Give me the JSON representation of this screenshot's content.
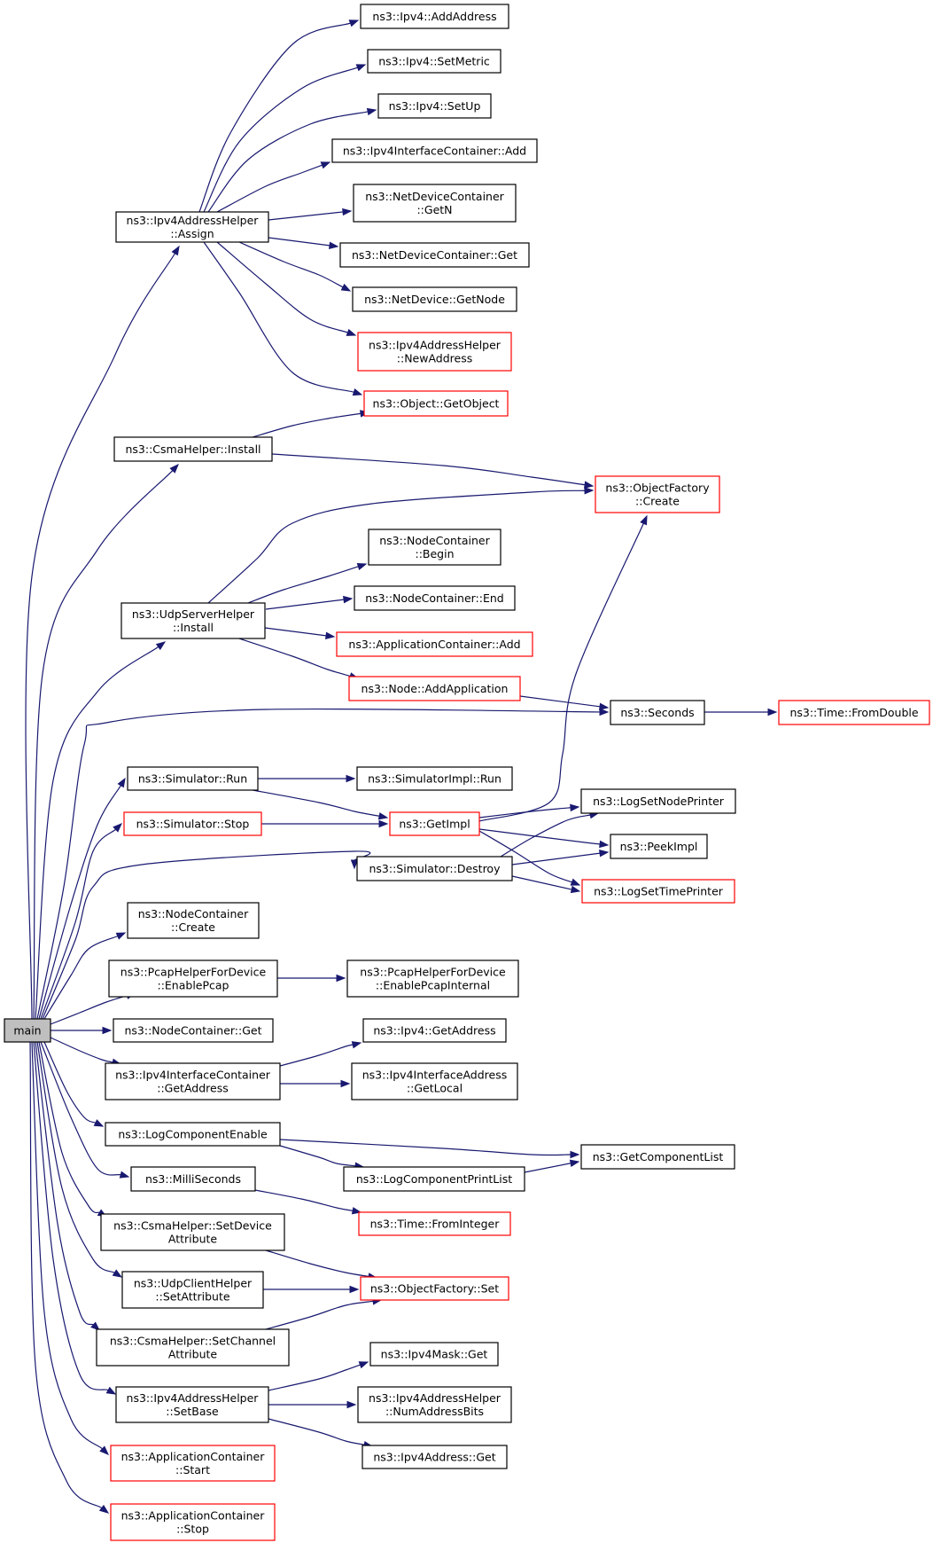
{
  "diagram": {
    "title": "",
    "colors": {
      "edge": "#191970",
      "node_border": "#000000",
      "truncated_border": "#ff0000",
      "root_fill": "#bfbfbf"
    },
    "nodes": [
      {
        "id": "main",
        "lines": [
          "main"
        ],
        "style": "root"
      },
      {
        "id": "ipv4helper_assign",
        "lines": [
          "ns3::Ipv4AddressHelper",
          "::Assign"
        ],
        "style": "normal"
      },
      {
        "id": "ipv4_addaddress",
        "lines": [
          "ns3::Ipv4::AddAddress"
        ],
        "style": "normal"
      },
      {
        "id": "ipv4_setmetric",
        "lines": [
          "ns3::Ipv4::SetMetric"
        ],
        "style": "normal"
      },
      {
        "id": "ipv4_setup",
        "lines": [
          "ns3::Ipv4::SetUp"
        ],
        "style": "normal"
      },
      {
        "id": "ipv4ic_add",
        "lines": [
          "ns3::Ipv4InterfaceContainer::Add"
        ],
        "style": "normal"
      },
      {
        "id": "ndc_getn",
        "lines": [
          "ns3::NetDeviceContainer",
          "::GetN"
        ],
        "style": "normal"
      },
      {
        "id": "ndc_get",
        "lines": [
          "ns3::NetDeviceContainer::Get"
        ],
        "style": "normal"
      },
      {
        "id": "nd_getnode",
        "lines": [
          "ns3::NetDevice::GetNode"
        ],
        "style": "normal"
      },
      {
        "id": "ipv4helper_newaddress",
        "lines": [
          "ns3::Ipv4AddressHelper",
          "::NewAddress"
        ],
        "style": "red"
      },
      {
        "id": "object_getobject",
        "lines": [
          "ns3::Object::GetObject"
        ],
        "style": "red"
      },
      {
        "id": "csma_install",
        "lines": [
          "ns3::CsmaHelper::Install"
        ],
        "style": "normal"
      },
      {
        "id": "objfactory_create",
        "lines": [
          "ns3::ObjectFactory",
          "::Create"
        ],
        "style": "red"
      },
      {
        "id": "nc_begin",
        "lines": [
          "ns3::NodeContainer",
          "::Begin"
        ],
        "style": "normal"
      },
      {
        "id": "udpserver_install",
        "lines": [
          "ns3::UdpServerHelper",
          "::Install"
        ],
        "style": "normal"
      },
      {
        "id": "nc_end",
        "lines": [
          "ns3::NodeContainer::End"
        ],
        "style": "normal"
      },
      {
        "id": "appc_add",
        "lines": [
          "ns3::ApplicationContainer::Add"
        ],
        "style": "red"
      },
      {
        "id": "node_addapp",
        "lines": [
          "ns3::Node::AddApplication"
        ],
        "style": "red"
      },
      {
        "id": "seconds",
        "lines": [
          "ns3::Seconds"
        ],
        "style": "normal"
      },
      {
        "id": "time_fromdouble",
        "lines": [
          "ns3::Time::FromDouble"
        ],
        "style": "red"
      },
      {
        "id": "sim_run",
        "lines": [
          "ns3::Simulator::Run"
        ],
        "style": "normal"
      },
      {
        "id": "simimpl_run",
        "lines": [
          "ns3::SimulatorImpl::Run"
        ],
        "style": "normal"
      },
      {
        "id": "logsetnodeprinter",
        "lines": [
          "ns3::LogSetNodePrinter"
        ],
        "style": "normal"
      },
      {
        "id": "sim_stop",
        "lines": [
          "ns3::Simulator::Stop"
        ],
        "style": "red"
      },
      {
        "id": "getimpl",
        "lines": [
          "ns3::GetImpl"
        ],
        "style": "red"
      },
      {
        "id": "peekimpl",
        "lines": [
          "ns3::PeekImpl"
        ],
        "style": "normal"
      },
      {
        "id": "sim_destroy",
        "lines": [
          "ns3::Simulator::Destroy"
        ],
        "style": "normal"
      },
      {
        "id": "logsettimeprinter",
        "lines": [
          "ns3::LogSetTimePrinter"
        ],
        "style": "red"
      },
      {
        "id": "nc_create",
        "lines": [
          "ns3::NodeContainer",
          "::Create"
        ],
        "style": "normal"
      },
      {
        "id": "pcap_enable",
        "lines": [
          "ns3::PcapHelperForDevice",
          "::EnablePcap"
        ],
        "style": "normal"
      },
      {
        "id": "pcap_enableinternal",
        "lines": [
          "ns3::PcapHelperForDevice",
          "::EnablePcapInternal"
        ],
        "style": "normal"
      },
      {
        "id": "nc_get",
        "lines": [
          "ns3::NodeContainer::Get"
        ],
        "style": "normal"
      },
      {
        "id": "ipv4_getaddress",
        "lines": [
          "ns3::Ipv4::GetAddress"
        ],
        "style": "normal"
      },
      {
        "id": "ipv4ic_getaddress",
        "lines": [
          "ns3::Ipv4InterfaceContainer",
          "::GetAddress"
        ],
        "style": "normal"
      },
      {
        "id": "ipv4ia_getlocal",
        "lines": [
          "ns3::Ipv4InterfaceAddress",
          "::GetLocal"
        ],
        "style": "normal"
      },
      {
        "id": "logcompenable",
        "lines": [
          "ns3::LogComponentEnable"
        ],
        "style": "normal"
      },
      {
        "id": "getcomplist",
        "lines": [
          "ns3::GetComponentList"
        ],
        "style": "normal"
      },
      {
        "id": "logcompprintlist",
        "lines": [
          "ns3::LogComponentPrintList"
        ],
        "style": "normal"
      },
      {
        "id": "milliseconds",
        "lines": [
          "ns3::MilliSeconds"
        ],
        "style": "normal"
      },
      {
        "id": "time_frominteger",
        "lines": [
          "ns3::Time::FromInteger"
        ],
        "style": "red"
      },
      {
        "id": "csma_setdeviceattr",
        "lines": [
          "ns3::CsmaHelper::SetDevice",
          "Attribute"
        ],
        "style": "normal"
      },
      {
        "id": "udpclient_setattr",
        "lines": [
          "ns3::UdpClientHelper",
          "::SetAttribute"
        ],
        "style": "normal"
      },
      {
        "id": "objfactory_set",
        "lines": [
          "ns3::ObjectFactory::Set"
        ],
        "style": "red"
      },
      {
        "id": "csma_setchannelattr",
        "lines": [
          "ns3::CsmaHelper::SetChannel",
          "Attribute"
        ],
        "style": "normal"
      },
      {
        "id": "ipv4mask_get",
        "lines": [
          "ns3::Ipv4Mask::Get"
        ],
        "style": "normal"
      },
      {
        "id": "ipv4helper_setbase",
        "lines": [
          "ns3::Ipv4AddressHelper",
          "::SetBase"
        ],
        "style": "normal"
      },
      {
        "id": "ipv4helper_numaddrbits",
        "lines": [
          "ns3::Ipv4AddressHelper",
          "::NumAddressBits"
        ],
        "style": "normal"
      },
      {
        "id": "ipv4address_get",
        "lines": [
          "ns3::Ipv4Address::Get"
        ],
        "style": "normal"
      },
      {
        "id": "appc_start",
        "lines": [
          "ns3::ApplicationContainer",
          "::Start"
        ],
        "style": "red"
      },
      {
        "id": "appc_stop",
        "lines": [
          "ns3::ApplicationContainer",
          "::Stop"
        ],
        "style": "red"
      }
    ],
    "edges": [
      [
        "main",
        "ipv4helper_assign"
      ],
      [
        "main",
        "csma_install"
      ],
      [
        "main",
        "udpserver_install"
      ],
      [
        "main",
        "seconds"
      ],
      [
        "main",
        "sim_run"
      ],
      [
        "main",
        "sim_stop"
      ],
      [
        "main",
        "sim_destroy"
      ],
      [
        "main",
        "nc_create"
      ],
      [
        "main",
        "pcap_enable"
      ],
      [
        "main",
        "nc_get"
      ],
      [
        "main",
        "ipv4ic_getaddress"
      ],
      [
        "main",
        "logcompenable"
      ],
      [
        "main",
        "milliseconds"
      ],
      [
        "main",
        "csma_setdeviceattr"
      ],
      [
        "main",
        "udpclient_setattr"
      ],
      [
        "main",
        "csma_setchannelattr"
      ],
      [
        "main",
        "ipv4helper_setbase"
      ],
      [
        "main",
        "appc_start"
      ],
      [
        "main",
        "appc_stop"
      ],
      [
        "ipv4helper_assign",
        "ipv4_addaddress"
      ],
      [
        "ipv4helper_assign",
        "ipv4_setmetric"
      ],
      [
        "ipv4helper_assign",
        "ipv4_setup"
      ],
      [
        "ipv4helper_assign",
        "ipv4ic_add"
      ],
      [
        "ipv4helper_assign",
        "ndc_getn"
      ],
      [
        "ipv4helper_assign",
        "ndc_get"
      ],
      [
        "ipv4helper_assign",
        "nd_getnode"
      ],
      [
        "ipv4helper_assign",
        "ipv4helper_newaddress"
      ],
      [
        "ipv4helper_assign",
        "object_getobject"
      ],
      [
        "csma_install",
        "object_getobject"
      ],
      [
        "csma_install",
        "objfactory_create"
      ],
      [
        "udpserver_install",
        "objfactory_create"
      ],
      [
        "udpserver_install",
        "nc_begin"
      ],
      [
        "udpserver_install",
        "nc_end"
      ],
      [
        "udpserver_install",
        "appc_add"
      ],
      [
        "udpserver_install",
        "node_addapp"
      ],
      [
        "node_addapp",
        "seconds"
      ],
      [
        "seconds",
        "time_fromdouble"
      ],
      [
        "sim_run",
        "simimpl_run"
      ],
      [
        "sim_run",
        "getimpl"
      ],
      [
        "sim_stop",
        "getimpl"
      ],
      [
        "getimpl",
        "objfactory_create"
      ],
      [
        "getimpl",
        "logsetnodeprinter"
      ],
      [
        "getimpl",
        "peekimpl"
      ],
      [
        "getimpl",
        "logsettimeprinter"
      ],
      [
        "sim_destroy",
        "logsetnodeprinter"
      ],
      [
        "sim_destroy",
        "peekimpl"
      ],
      [
        "sim_destroy",
        "logsettimeprinter"
      ],
      [
        "pcap_enable",
        "pcap_enableinternal"
      ],
      [
        "ipv4ic_getaddress",
        "ipv4_getaddress"
      ],
      [
        "ipv4ic_getaddress",
        "ipv4ia_getlocal"
      ],
      [
        "logcompenable",
        "getcomplist"
      ],
      [
        "logcompenable",
        "logcompprintlist"
      ],
      [
        "logcompprintlist",
        "getcomplist"
      ],
      [
        "milliseconds",
        "time_frominteger"
      ],
      [
        "csma_setdeviceattr",
        "objfactory_set"
      ],
      [
        "udpclient_setattr",
        "objfactory_set"
      ],
      [
        "csma_setchannelattr",
        "objfactory_set"
      ],
      [
        "ipv4helper_setbase",
        "ipv4mask_get"
      ],
      [
        "ipv4helper_setbase",
        "ipv4helper_numaddrbits"
      ],
      [
        "ipv4helper_setbase",
        "ipv4address_get"
      ]
    ]
  }
}
